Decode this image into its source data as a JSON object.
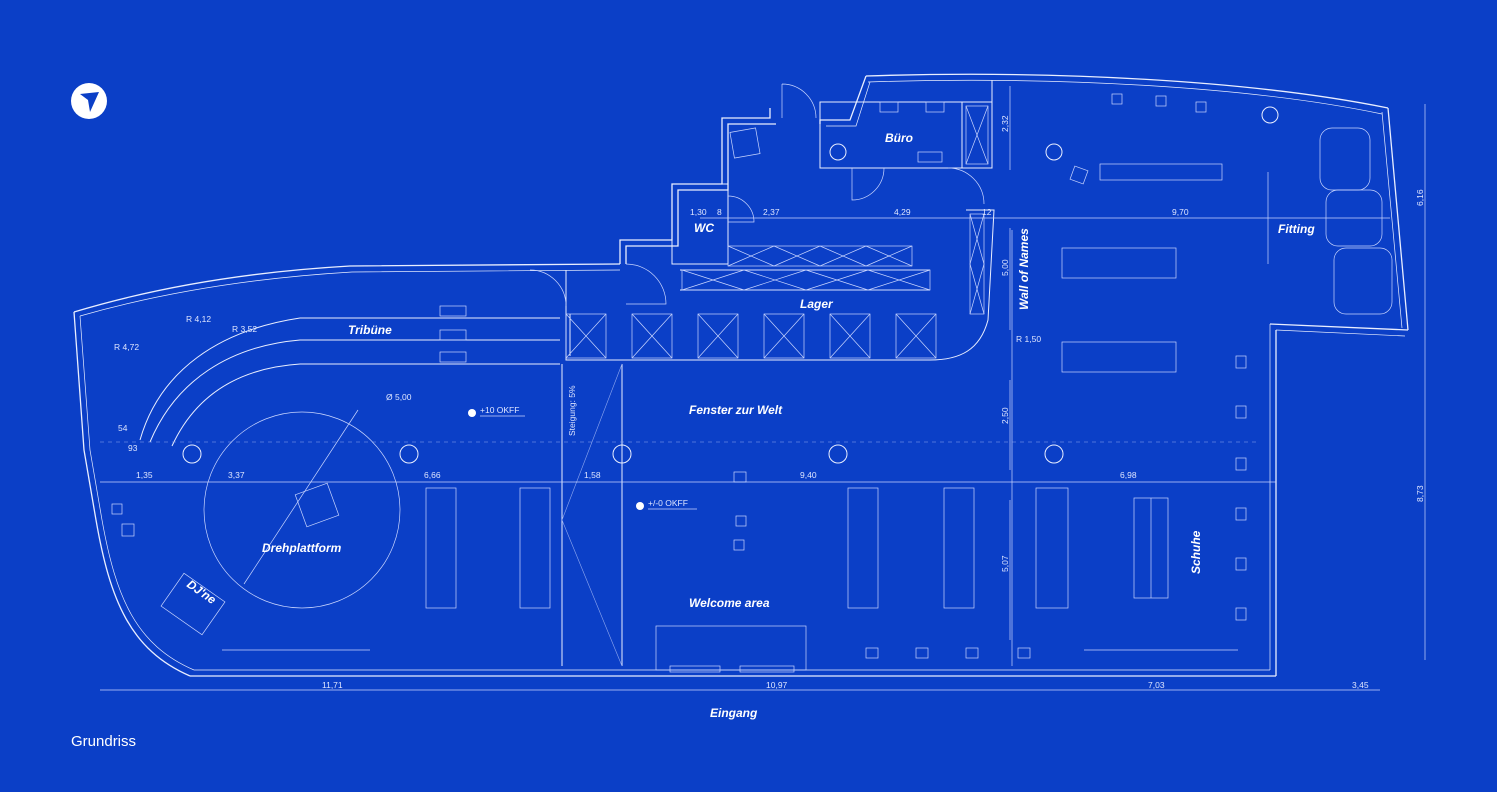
{
  "caption": "Grundriss",
  "logo_icon": "compass-arrow-icon",
  "rooms": {
    "buero": "Büro",
    "wc": "WC",
    "lager": "Lager",
    "fitting": "Fitting",
    "wall_of_names": "Wall of Names",
    "tribuene": "Tribüne",
    "fenster": "Fenster zur Welt",
    "drehplattform": "Drehplattform",
    "dj": "DJ'ne",
    "welcome": "Welcome area",
    "schuhe": "Schuhe",
    "eingang": "Eingang"
  },
  "annotations": {
    "steigung": "Steigung: 5%",
    "okff_plus10": "+10 OKFF",
    "okff_zero": "+/-0 OKFF",
    "diameter": "Ø 5,00",
    "r412": "R 4,12",
    "r352": "R 3,52",
    "r472": "R 4,72",
    "r150": "R 1,50"
  },
  "dimensions": {
    "d232": "2,32",
    "d130": "1,30",
    "d8": "8",
    "d237": "2,37",
    "d429": "4,29",
    "d12": "12",
    "d970": "9,70",
    "d616": "6,16",
    "d500": "5,00",
    "d250": "2,50",
    "d54": "54",
    "d93": "93",
    "d135": "1,35",
    "d337": "3,37",
    "d666": "6,66",
    "d158": "1,58",
    "d940": "9,40",
    "d698": "6,98",
    "d873": "8,73",
    "d507": "5,07",
    "d1171": "11,71",
    "d1097": "10,97",
    "d703": "7,03",
    "d345": "3,45"
  },
  "colors": {
    "background": "#0b3fc7",
    "line": "#e9eeff"
  }
}
